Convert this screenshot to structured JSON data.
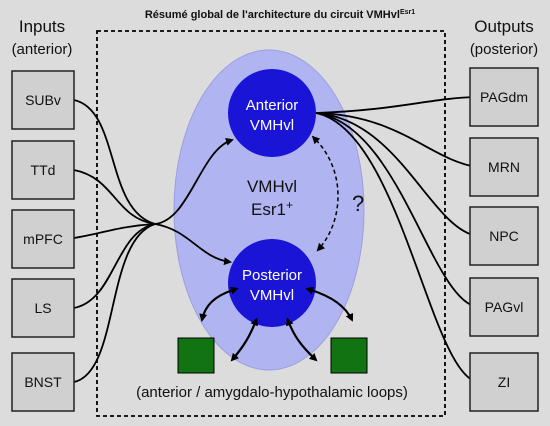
{
  "title_main": "Résumé global de l'architecture du circuit VMHvl",
  "title_sup": "Esr1",
  "inputs": {
    "heading_line1": "Inputs",
    "heading_line2": "(anterior)",
    "items": [
      "SUBv",
      "TTd",
      "mPFC",
      "LS",
      "BNST"
    ]
  },
  "outputs": {
    "heading_line1": "Outputs",
    "heading_line2": "(posterior)",
    "items": [
      "PAGdm",
      "MRN",
      "NPC",
      "PAGvl",
      "ZI"
    ]
  },
  "anterior_node": {
    "line1": "Anterior",
    "line2": "VMHvl"
  },
  "posterior_node": {
    "line1": "Posterior",
    "line2": "VMHvl"
  },
  "center_label": {
    "line1": "VMHvl",
    "line2": "Esr1",
    "sup": "+"
  },
  "question_mark": "?",
  "loops_caption": "(anterior / amygdalo-hypothalamic loops)",
  "colors": {
    "background": "#dcdcdc",
    "box_fill": "#d0d0d0",
    "ellipse_fill": "#b0b4f0",
    "node_fill": "#1a14d6",
    "green_box": "#127312"
  }
}
